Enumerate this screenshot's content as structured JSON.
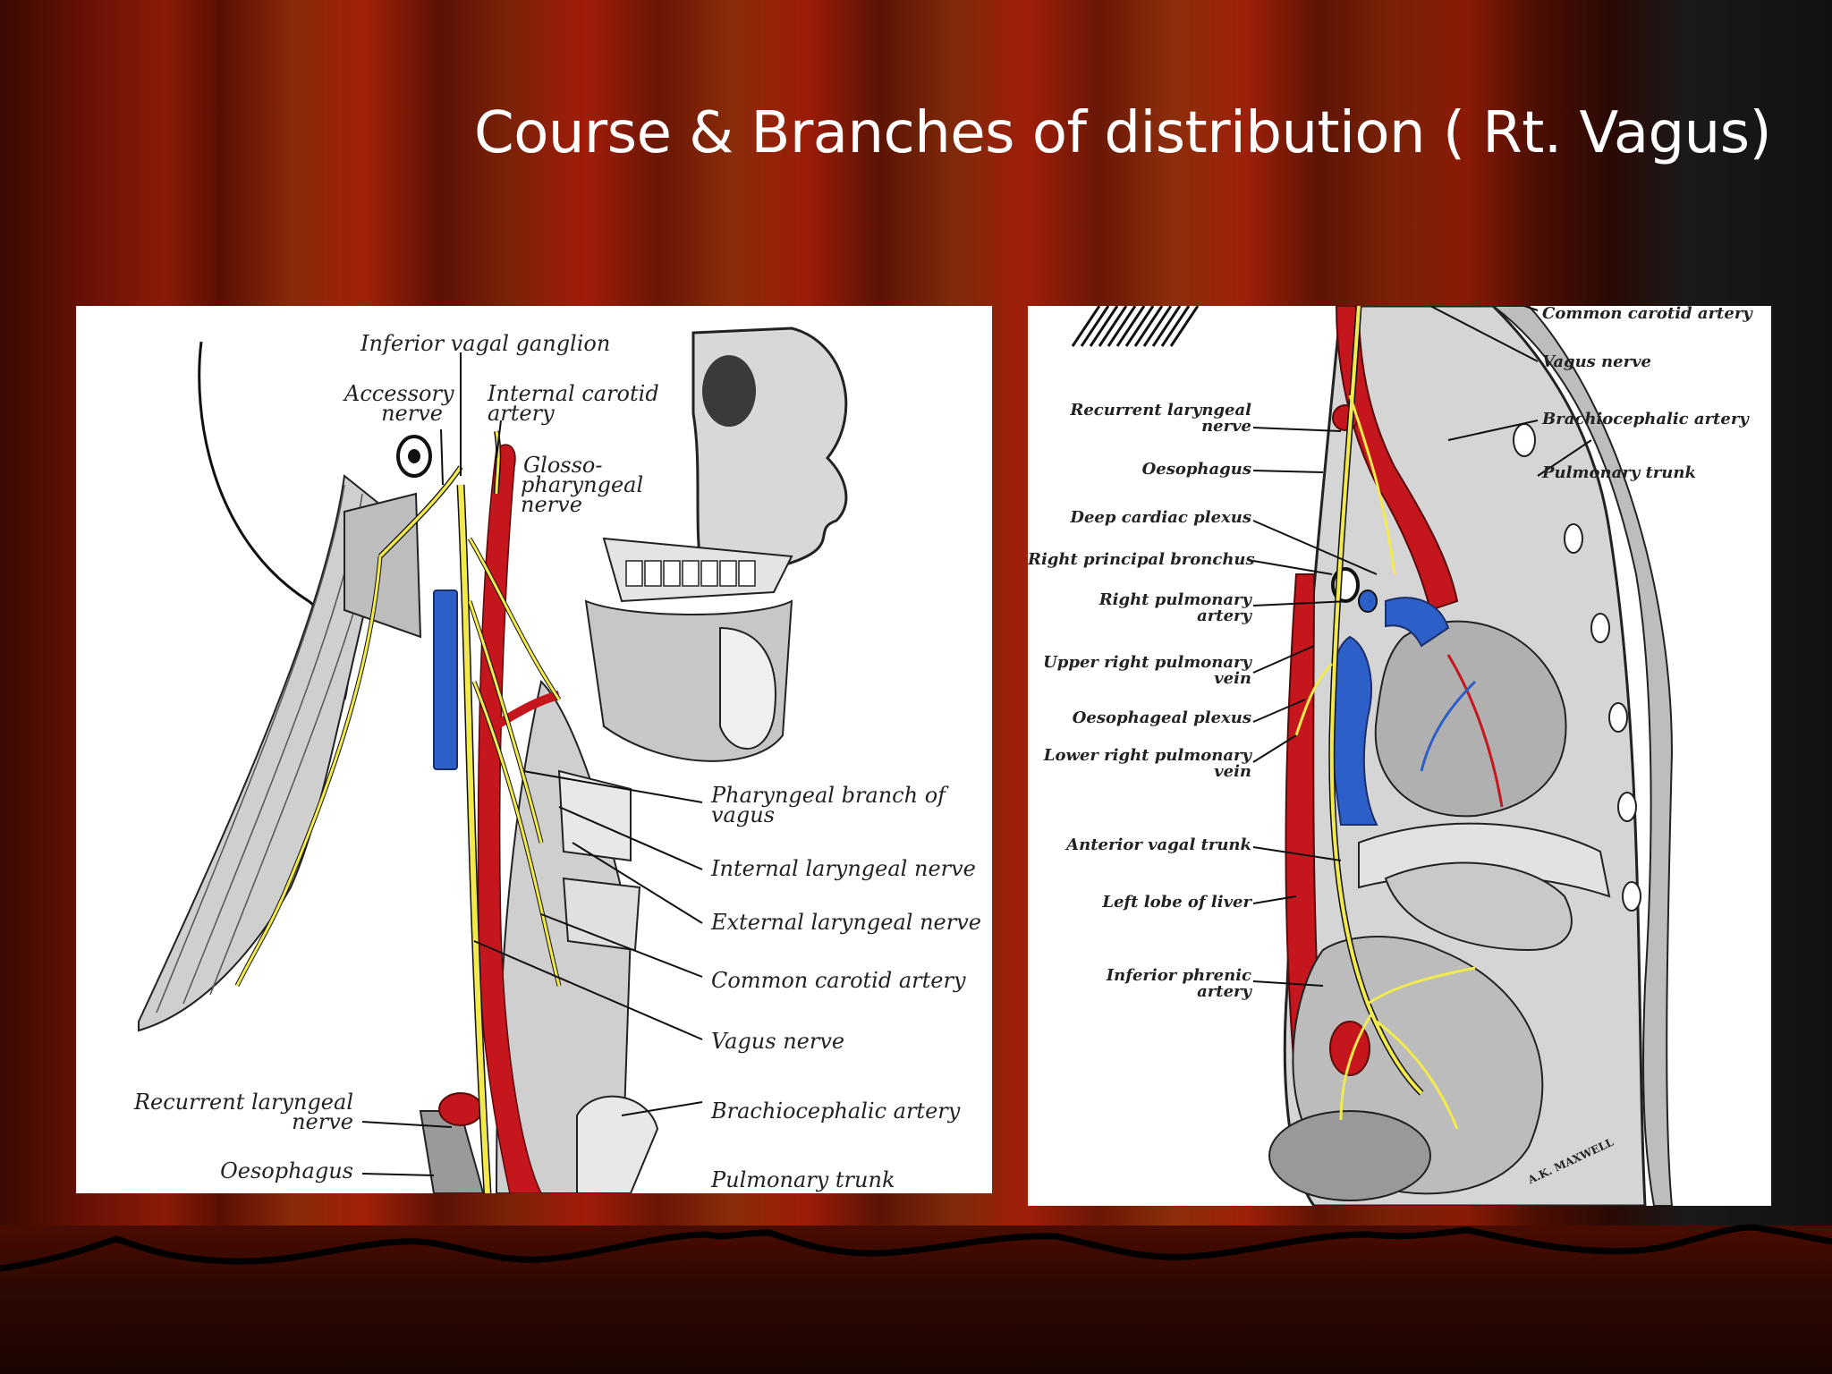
{
  "slide": {
    "title": "Course & Branches of distribution ( Rt. Vagus)"
  },
  "left_figure": {
    "labels": {
      "inferior_vagal_ganglion": "Inferior vagal ganglion",
      "accessory_nerve_1": "Accessory",
      "accessory_nerve_2": "nerve",
      "internal_carotid_1": "Internal carotid",
      "internal_carotid_2": "artery",
      "glosso_1": "Glosso-",
      "glosso_2": "pharyngeal",
      "glosso_3": "nerve",
      "pharyngeal_branch_1": "Pharyngeal branch of",
      "pharyngeal_branch_2": "vagus",
      "internal_laryngeal": "Internal laryngeal nerve",
      "external_laryngeal": "External laryngeal nerve",
      "common_carotid": "Common carotid artery",
      "vagus_nerve": "Vagus nerve",
      "recurrent_1": "Recurrent laryngeal",
      "recurrent_2": "nerve",
      "brachiocephalic": "Brachiocephalic artery",
      "oesophagus": "Oesophagus",
      "pulmonary_trunk": "Pulmonary trunk"
    }
  },
  "right_figure": {
    "labels": {
      "common_carotid": "Common carotid artery",
      "vagus_nerve": "Vagus nerve",
      "brachiocephalic": "Brachiocephalic artery",
      "pulmonary_trunk": "Pulmonary trunk",
      "recurrent_1": "Recurrent laryngeal",
      "recurrent_2": "nerve",
      "oesophagus": "Oesophagus",
      "deep_cardiac": "Deep cardiac plexus",
      "right_principal_bronchus": "Right principal bronchus",
      "right_pulmonary_1": "Right pulmonary",
      "right_pulmonary_2": "artery",
      "upper_right_pv_1": "Upper right pulmonary",
      "upper_right_pv_2": "vein",
      "oesophageal_plexus": "Oesophageal plexus",
      "lower_right_pv_1": "Lower right pulmonary",
      "lower_right_pv_2": "vein",
      "anterior_vagal_trunk": "Anterior vagal trunk",
      "left_lobe_liver": "Left lobe of liver",
      "inferior_phrenic_1": "Inferior phrenic",
      "inferior_phrenic_2": "artery",
      "signature": "A.K. MAXWELL"
    }
  }
}
